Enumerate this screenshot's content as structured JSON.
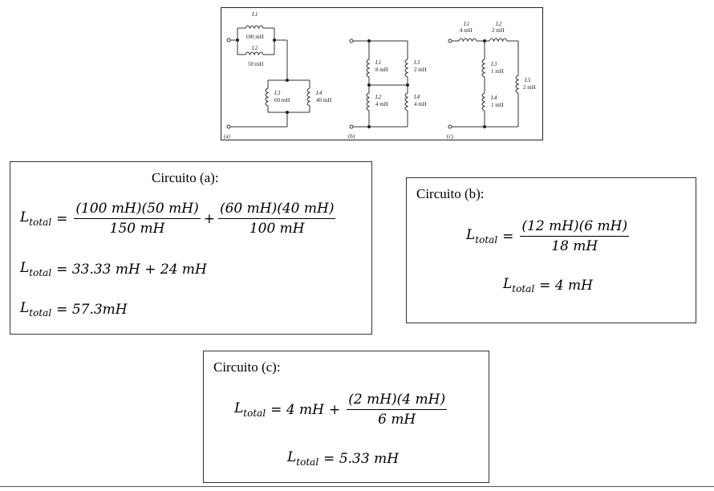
{
  "figure": {
    "panels": [
      {
        "tag": "(a)",
        "inductors": [
          {
            "name": "L1",
            "value": "100 mH"
          },
          {
            "name": "L2",
            "value": "50 mH"
          },
          {
            "name": "L3",
            "value": "60 mH"
          },
          {
            "name": "L4",
            "value": "40 mH"
          }
        ]
      },
      {
        "tag": "(b)",
        "inductors": [
          {
            "name": "L1",
            "value": "8 mH"
          },
          {
            "name": "L2",
            "value": "4 mH"
          },
          {
            "name": "L3",
            "value": "2 mH"
          },
          {
            "name": "L4",
            "value": "4 mH"
          }
        ]
      },
      {
        "tag": "(c)",
        "inductors": [
          {
            "name": "L1",
            "value": "4 mH"
          },
          {
            "name": "L2",
            "value": "2 mH"
          },
          {
            "name": "L3",
            "value": "1 mH"
          },
          {
            "name": "L4",
            "value": "1 mH"
          },
          {
            "name": "L5",
            "value": "2 mH"
          }
        ]
      }
    ]
  },
  "solutions": {
    "a": {
      "title": "Circuito (a):",
      "var": "L",
      "sub": "total",
      "eq1": {
        "f1_num": "(100 mH)(50 mH)",
        "f1_den": "150 mH",
        "plus": "+",
        "f2_num": "(60 mH)(40 mH)",
        "f2_den": "100 mH"
      },
      "eq2": "= 33.33 mH + 24 mH",
      "eq3": "= 57.3mH"
    },
    "b": {
      "title": "Circuito (b):",
      "var": "L",
      "sub": "total",
      "eq1": {
        "num": "(12 mH)(6 mH)",
        "den": "18 mH"
      },
      "eq2": "= 4 mH"
    },
    "c": {
      "title": "Circuito (c):",
      "var": "L",
      "sub": "total",
      "eq1": {
        "lead": "= 4 mH",
        "plus": "+",
        "num": "(2 mH)(4 mH)",
        "den": "6 mH"
      },
      "eq2": "= 5.33 mH"
    }
  }
}
